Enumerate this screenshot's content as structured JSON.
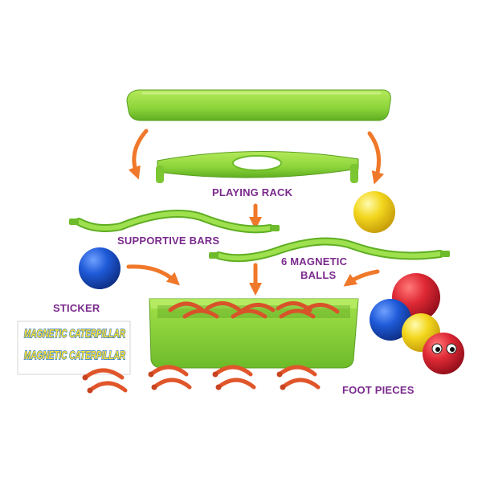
{
  "labels": {
    "playing_rack": "PLAYING RACK",
    "supportive_bars": "SUPPORTIVE BARS",
    "magnetic_balls_line1": "6 MAGNETIC",
    "magnetic_balls_line2": "BALLS",
    "sticker": "STICKER",
    "foot_pieces": "FOOT PIECES"
  },
  "sticker_sheet": {
    "row1": "MAGNETIC CATERPILLAR",
    "row2": "MAGNETIC CATERPILLAR"
  },
  "colors": {
    "green": "#8cd43a",
    "label_purple": "#7a2a8c",
    "arrow_orange": "#f0782a",
    "foot_orange": "#e0562a",
    "ball_red": "#e02a36",
    "ball_blue": "#1f5ad8",
    "ball_yellow": "#f3d71e"
  }
}
